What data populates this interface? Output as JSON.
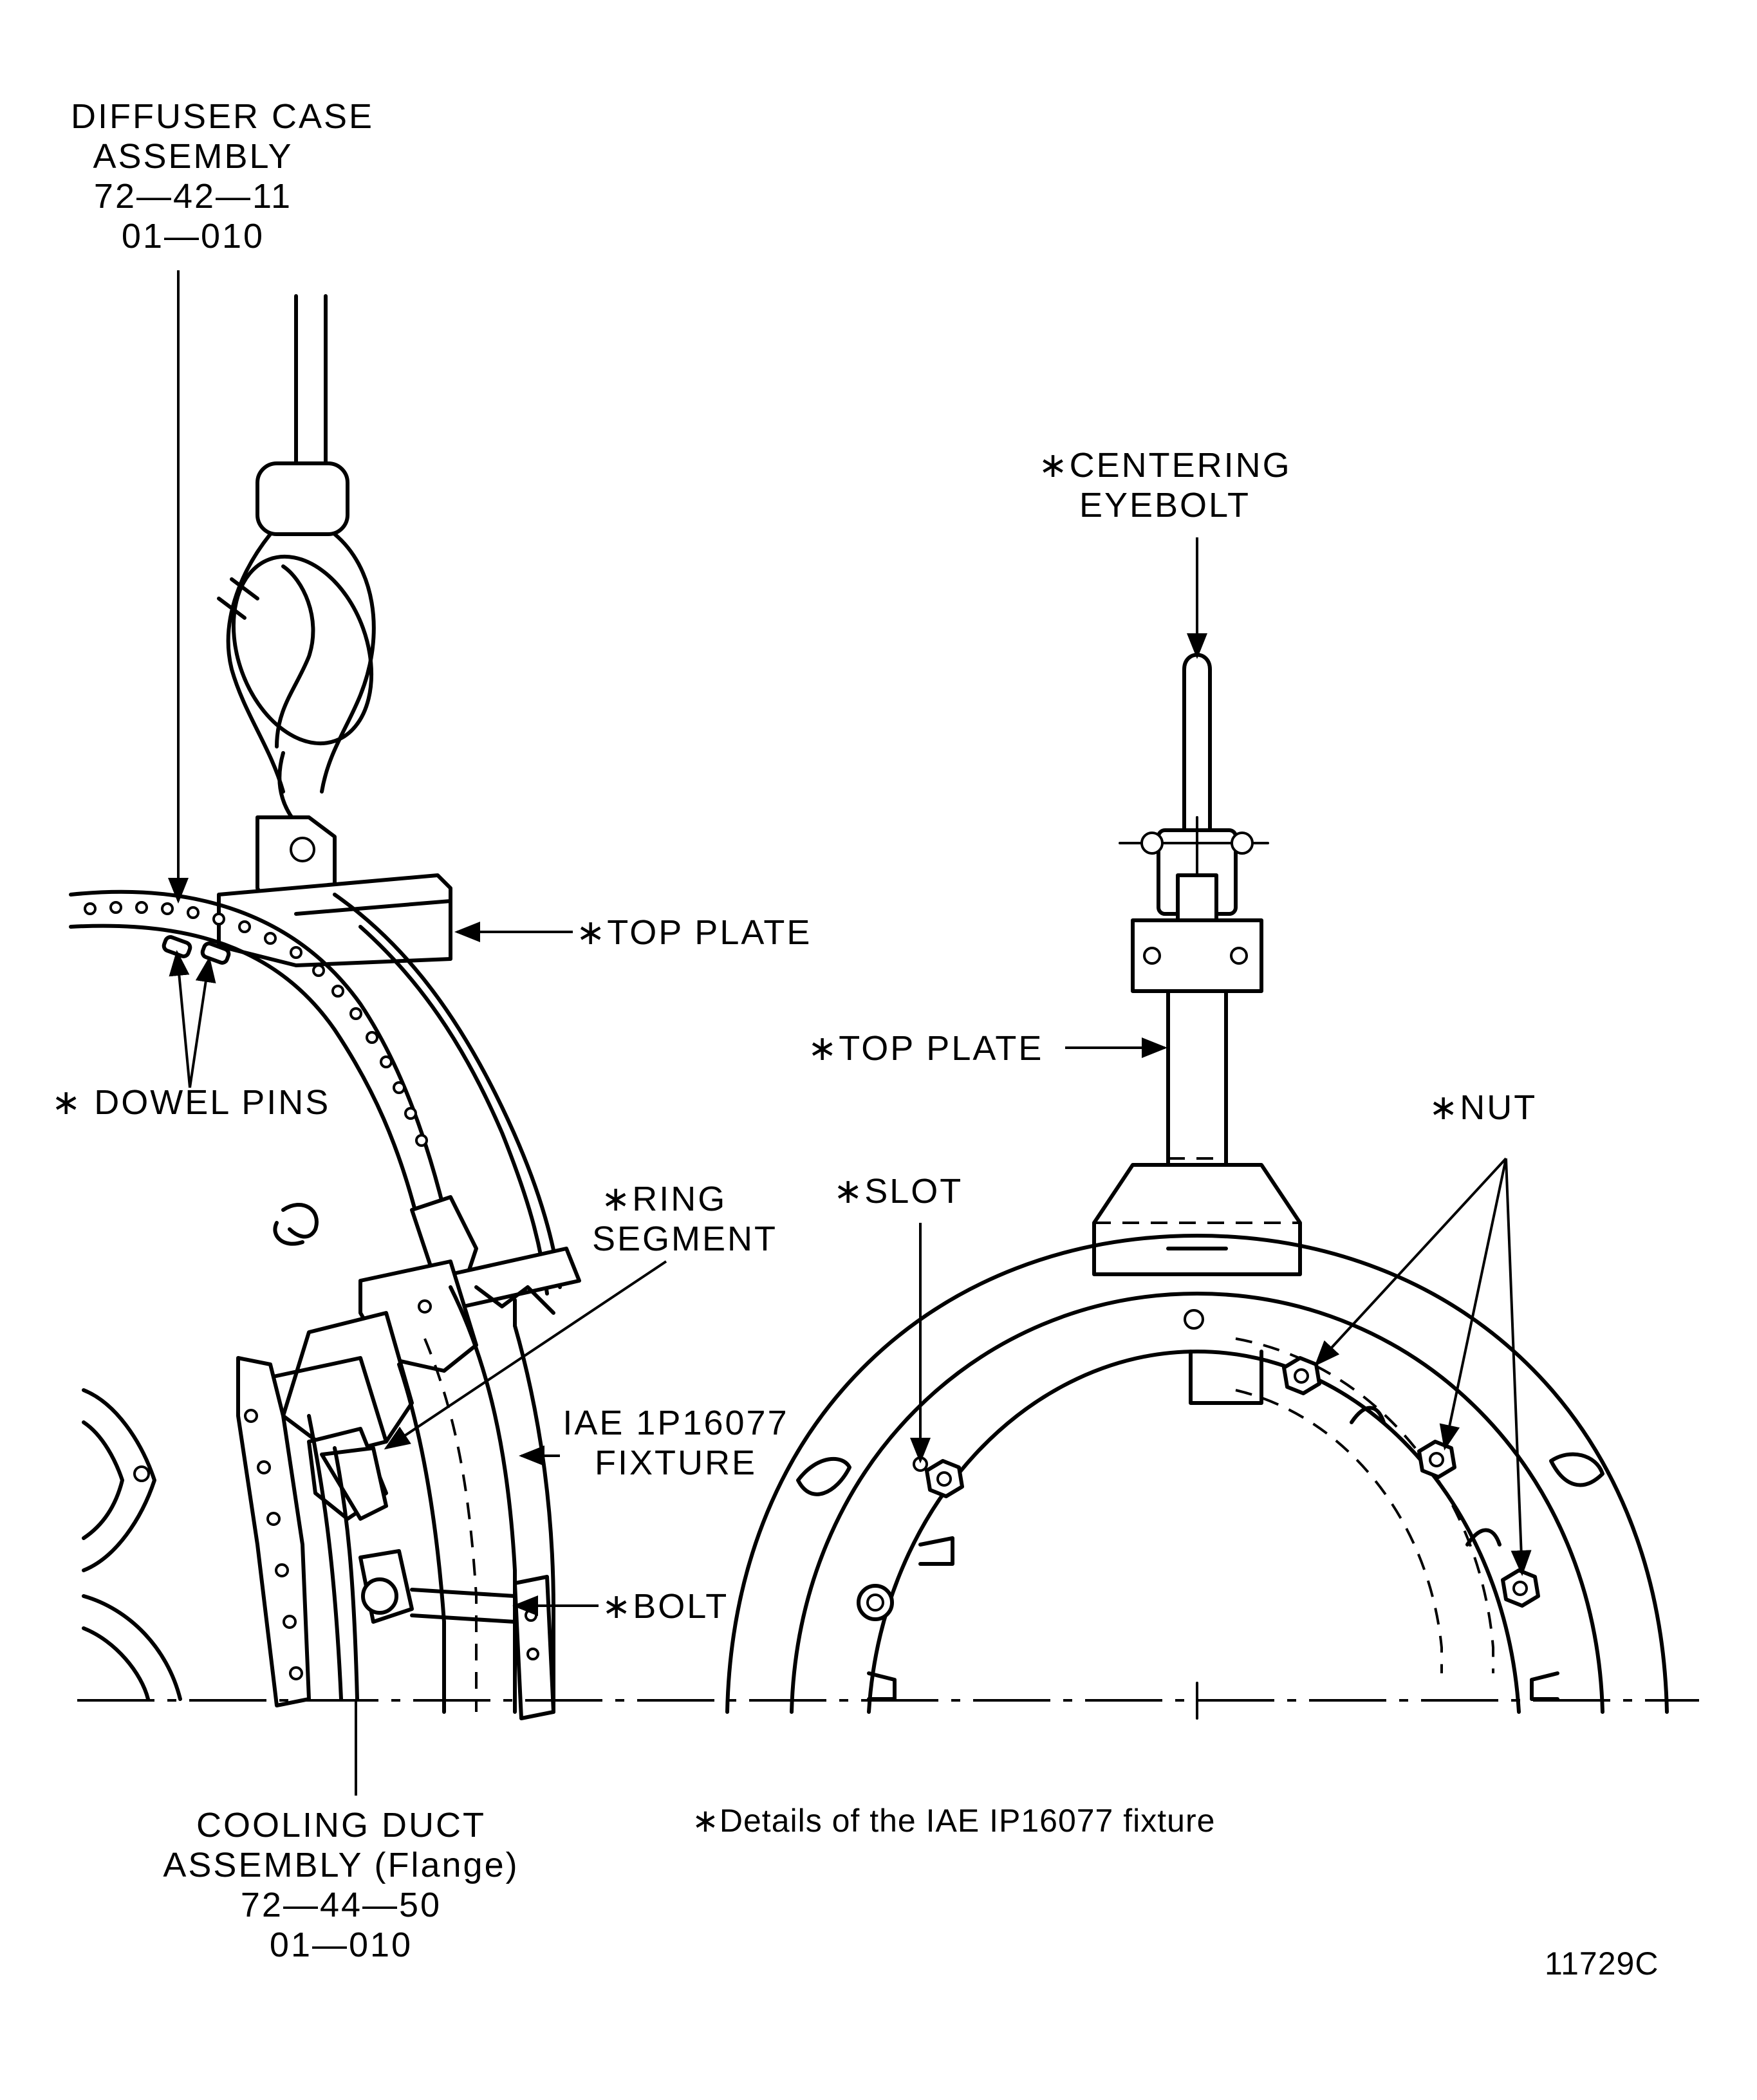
{
  "labels": {
    "diffuser_case": [
      "DIFFUSER CASE",
      "ASSEMBLY",
      "72—42—11",
      "01—010"
    ],
    "centering_eyebolt": [
      "∗CENTERING",
      "EYEBOLT"
    ],
    "top_plate_left": "∗TOP PLATE",
    "top_plate_right": "∗TOP PLATE",
    "dowel_pins": "∗ DOWEL PINS",
    "nut": "∗NUT",
    "ring_segment": [
      "∗RING",
      "SEGMENT"
    ],
    "slot": "∗SLOT",
    "fixture": [
      "IAE 1P16077",
      "FIXTURE"
    ],
    "bolt": "∗BOLT",
    "cooling_duct": [
      "COOLING DUCT",
      "ASSEMBLY (Flange)",
      "72—44—50",
      "01—010"
    ],
    "footnote": "∗Details of the IAE IP16077 fixture",
    "figure_number": "11729C"
  }
}
